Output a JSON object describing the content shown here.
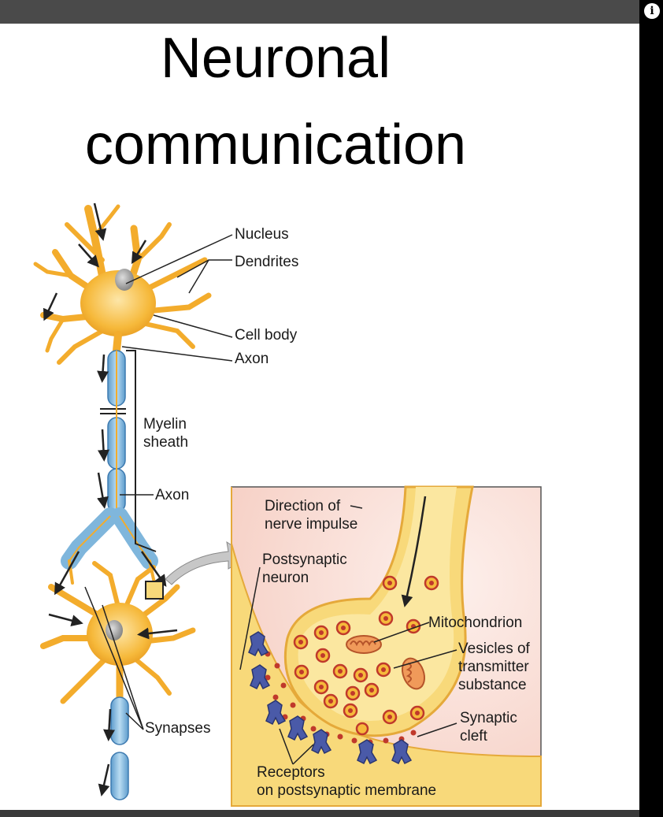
{
  "title": {
    "line1": "Neuronal",
    "line2": "communication"
  },
  "labels": {
    "nucleus": "Nucleus",
    "dendrites": "Dendrites",
    "cell_body": "Cell body",
    "axon_top": "Axon",
    "myelin_1": "Myelin",
    "myelin_2": "sheath",
    "axon_mid": "Axon",
    "synapses": "Synapses",
    "direction_1": "Direction of",
    "direction_2": "nerve impulse",
    "postsynaptic_1": "Postsynaptic",
    "postsynaptic_2": "neuron",
    "mitochondrion": "Mitochondrion",
    "vesicles_1": "Vesicles of",
    "vesicles_2": "transmitter",
    "vesicles_3": "substance",
    "cleft_1": "Synaptic",
    "cleft_2": "cleft",
    "receptors_1": "Receptors",
    "receptors_2": "on postsynaptic membrane"
  },
  "icons": {
    "info": "i"
  },
  "colors": {
    "neuron": "#f6b93b",
    "myelin": "#7fb6dc",
    "inset_bg": "#fbe3dc",
    "terminal": "#f8d97a"
  }
}
